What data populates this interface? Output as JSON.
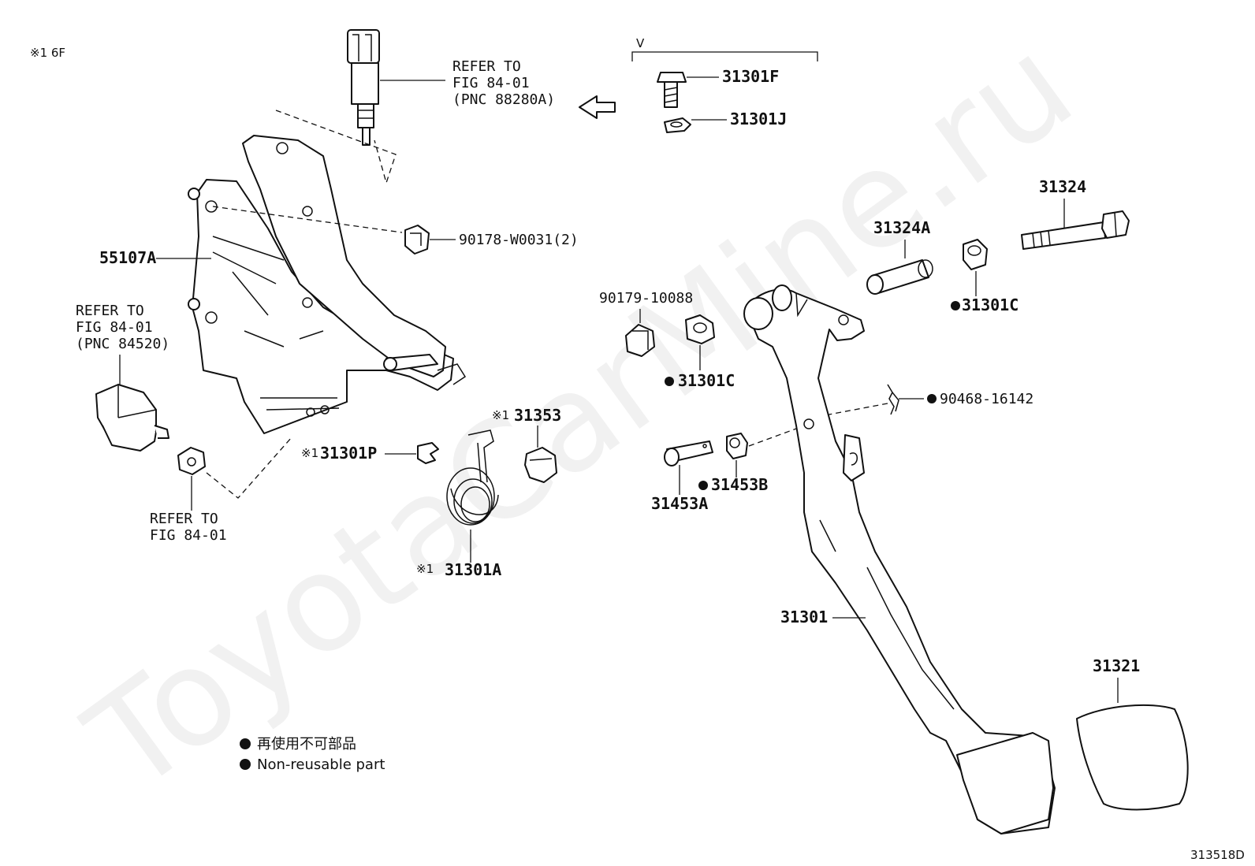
{
  "header_note": "※1 6F",
  "diagram_code": "313518D",
  "watermark": "ToyotaCarMine.ru",
  "bracket_marker": "V",
  "legend": {
    "ja": "再使用不可部品",
    "en": "Non-reusable part"
  },
  "refer_fig_8428": [
    "REFER TO",
    "FIG 84-01",
    "(PNC 88280A)"
  ],
  "refer_fig_8452": [
    "REFER TO",
    "FIG 84-01",
    "(PNC 84520)"
  ],
  "refer_fig_nut": [
    "REFER TO",
    "FIG 84-01"
  ],
  "parts": {
    "p31301F": "31301F",
    "p31301J": "31301J",
    "p90178": "90178-W0031(2)",
    "p55107A": "55107A",
    "p31324": "31324",
    "p31324A": "31324A",
    "p31301C_r": "31301C",
    "p90179": "90179-10088",
    "p31301C_m": "31301C",
    "p90468": "90468-16142",
    "p31353": "31353",
    "p31301P": "31301P",
    "p31453A": "31453A",
    "p31453B": "31453B",
    "p31301A": "31301A",
    "p31301": "31301",
    "p31321": "31321"
  },
  "markers": {
    "ref1": "※1"
  }
}
